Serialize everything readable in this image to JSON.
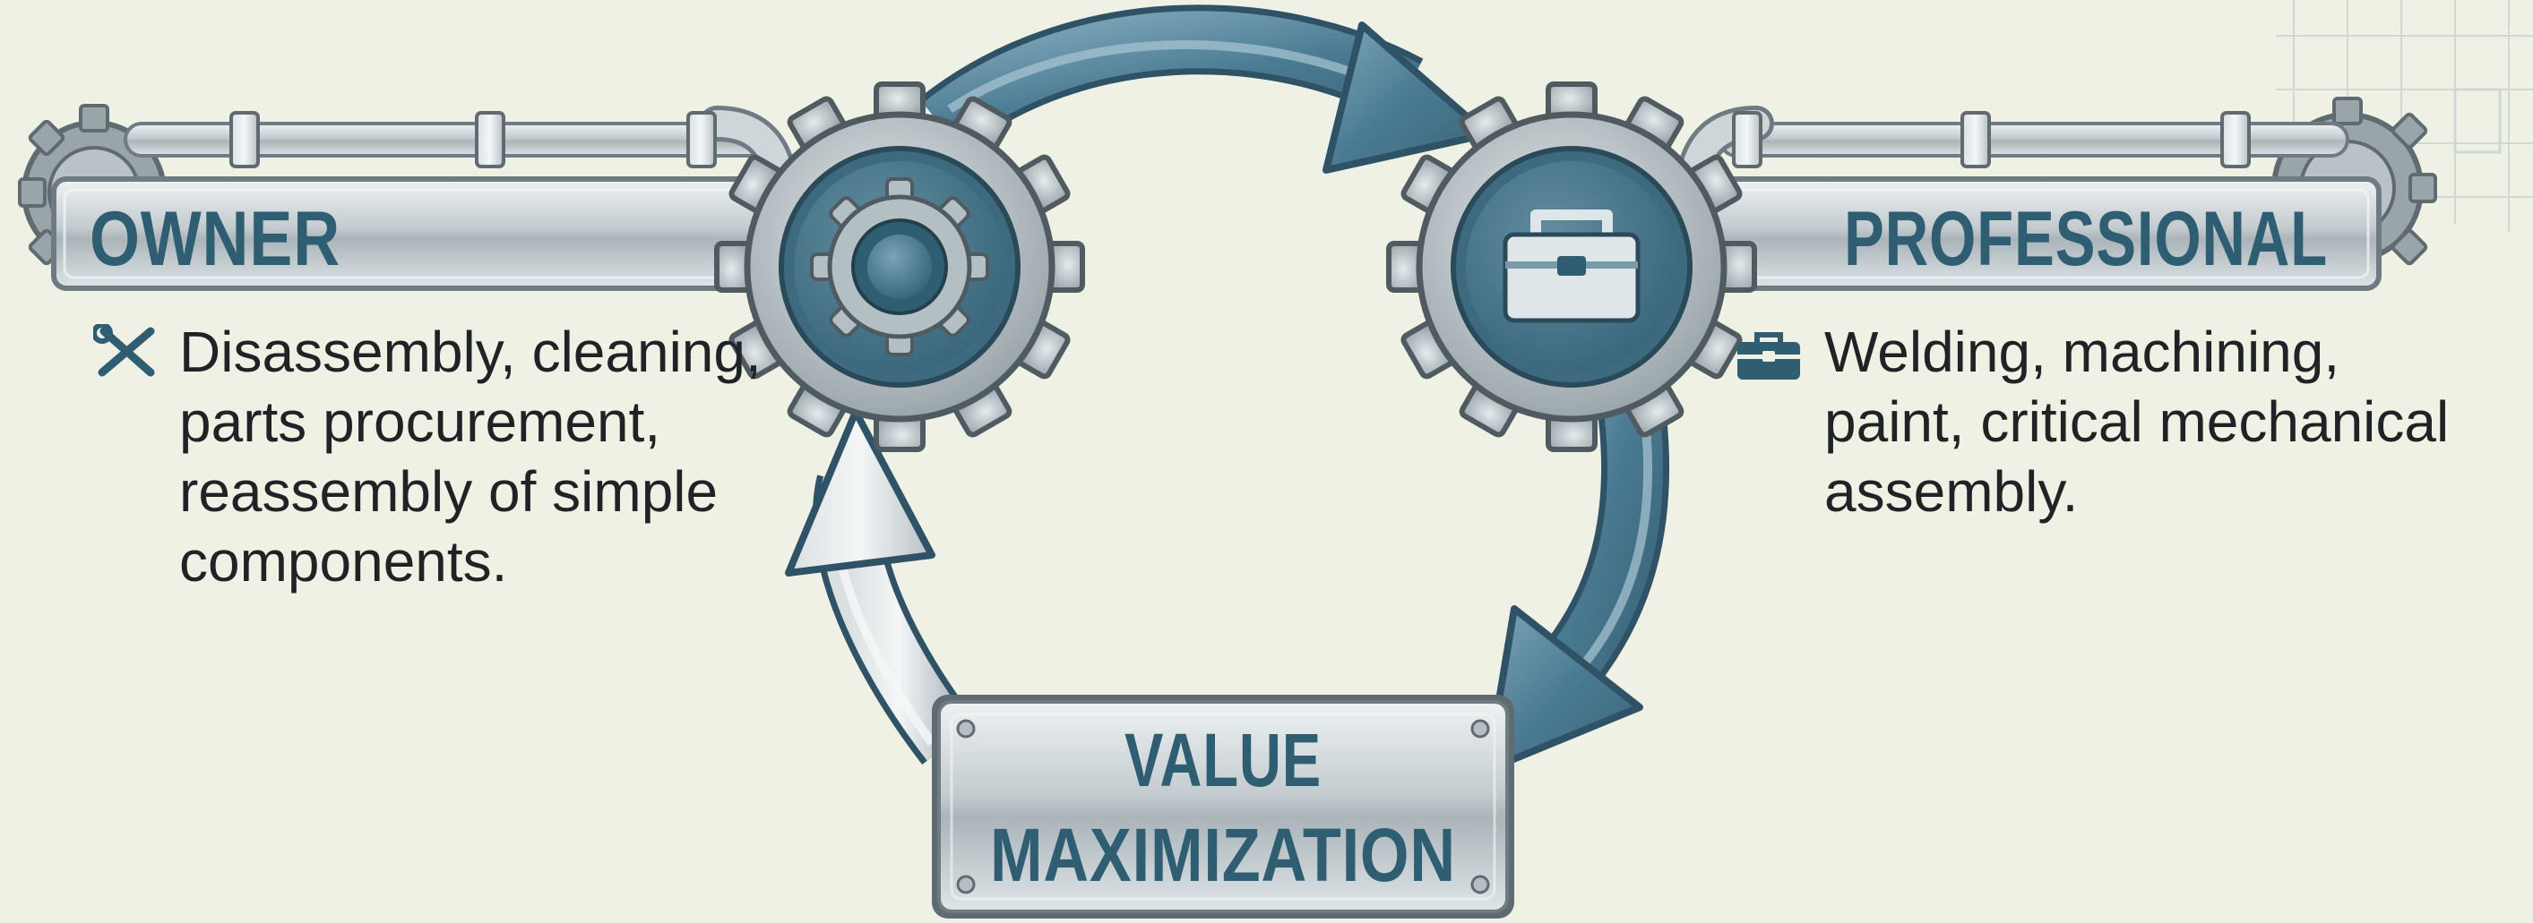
{
  "diagram": {
    "owner": {
      "label": "OWNER",
      "icon": "wrench-screwdriver-icon",
      "description_lines": [
        "Disassembly, cleaning,",
        "parts procurement,",
        "reassembly of simple",
        "components."
      ]
    },
    "professional": {
      "label": "PROFESSIONAL",
      "icon": "toolbox-icon",
      "description_lines": [
        "Welding, machining,",
        "paint, critical mechanical",
        "assembly."
      ]
    },
    "outcome": {
      "label_lines": [
        "VALUE",
        "MAXIMIZATION"
      ]
    },
    "center_icons": [
      "gear-icon",
      "toolbox-icon"
    ],
    "colors": {
      "background": "#eef1e4",
      "steel": "#b9c2c6",
      "steel_dark": "#6f7b82",
      "accent_blue": "#2f5e73",
      "arrow_blue": "#4a7b93",
      "text": "#1f2326"
    }
  }
}
